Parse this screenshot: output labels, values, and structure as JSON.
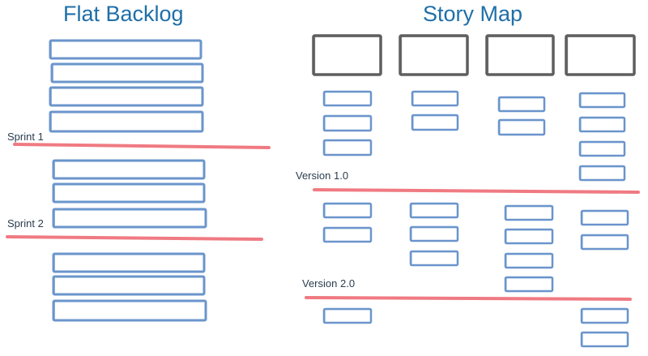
{
  "titles": {
    "left": "Flat Backlog",
    "right": "Story Map"
  },
  "labels": {
    "sprint1": "Sprint 1",
    "sprint2": "Sprint 2",
    "version1": "Version 1.0",
    "version2": "Version 2.0"
  },
  "colors": {
    "story": "#6b95cc",
    "epic": "#5f5f5f",
    "divider": "#f07a82",
    "title": "#1f6fa8",
    "text": "#2a3d4f"
  }
}
